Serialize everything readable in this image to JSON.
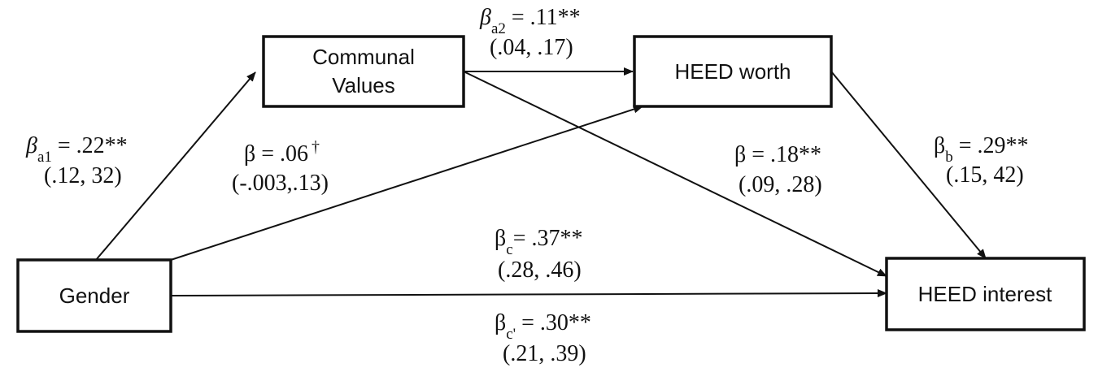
{
  "nodes": {
    "communal_line1": "Communal",
    "communal_line2": "Values",
    "heed_worth": "HEED worth",
    "gender": "Gender",
    "heed_interest": "HEED interest"
  },
  "paths": {
    "a1": {
      "symbol": "β",
      "sub": "a1",
      "value": " = .22**",
      "ci": "(.12, 32)"
    },
    "a2": {
      "symbol": "β",
      "sub": "a2",
      "value": " = .11**",
      "ci": "(.04, .17)"
    },
    "gender_worth": {
      "symbol": "β",
      "value": " = .06",
      "mark": "†",
      "ci": "(-.003,.13)"
    },
    "communal_interest": {
      "symbol": "β",
      "value": " = .18**",
      "ci": "(.09, .28)"
    },
    "b": {
      "symbol": "β",
      "sub": "b",
      "value": " = .29**",
      "ci": "(.15, 42)"
    },
    "c": {
      "symbol": "β",
      "sub": "c",
      "value": "= .37**",
      "ci": "(.28, .46)"
    },
    "c_prime": {
      "symbol": "β",
      "sub": "c'",
      "value": " = .30**",
      "ci": "(.21, .39)"
    }
  },
  "colors": {
    "stroke": "#111111",
    "background": "#ffffff"
  }
}
